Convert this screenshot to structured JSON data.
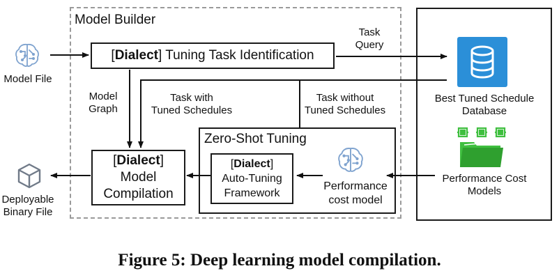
{
  "model_builder": {
    "title": "Model Builder"
  },
  "tuning_task": {
    "dialect": "Dialect",
    "label": " Tuning Task Identification"
  },
  "model_file": {
    "label": "Model File",
    "icon": "brain-circuit-icon"
  },
  "task_query": {
    "line1": "Task",
    "line2": "Query"
  },
  "database": {
    "line1": "Best Tuned Schedule",
    "line2": "Database",
    "icon": "database-icon"
  },
  "model_graph": {
    "line1": "Model",
    "line2": "Graph"
  },
  "with_schedules": {
    "line1": "Task with",
    "line2": "Tuned Schedules"
  },
  "without_schedules": {
    "line1": "Task without",
    "line2": "Tuned Schedules"
  },
  "zero_shot": {
    "title": "Zero-Shot Tuning"
  },
  "compilation": {
    "dialect": "Dialect",
    "line2": "Model",
    "line3": "Compilation"
  },
  "auto_tuning": {
    "dialect": "Dialect",
    "line2": "Auto-Tuning",
    "line3": "Framework"
  },
  "perf_model": {
    "line1": "Performance",
    "line2": "cost model",
    "icon": "brain-circuit-icon"
  },
  "cost_models": {
    "line1": "Performance Cost",
    "line2": "Models",
    "icon": "folder-chips-icon"
  },
  "binary": {
    "line1": "Deployable",
    "line2": "Binary File",
    "icon": "cube-icon"
  },
  "caption": "Figure 5: Deep learning model compilation.",
  "colors": {
    "brain": "#7fa3cf",
    "database": "#2b8fd8",
    "folder": "#3fbf3f",
    "cube": "#707a88"
  }
}
